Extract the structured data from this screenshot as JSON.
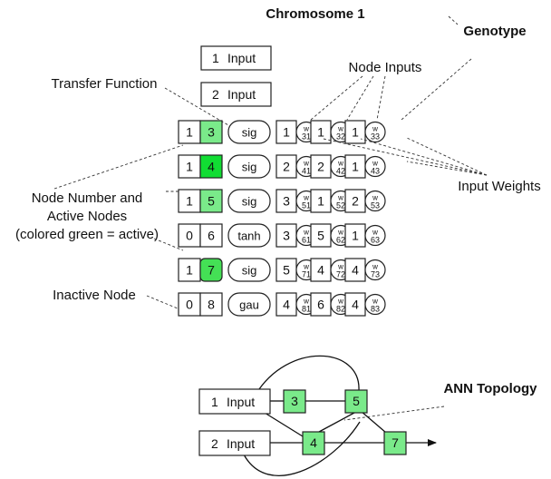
{
  "title": "Chromosome 1",
  "labels": {
    "genotype": "Genotype",
    "node_inputs": "Node Inputs",
    "transfer_function": "Transfer Function",
    "input_weights": "Input Weights",
    "node_number_line1": "Node Number and",
    "node_number_line2": "Active Nodes",
    "node_number_line3": "(colored green = active)",
    "inactive_node": "Inactive Node",
    "ann_topology": "ANN Topology"
  },
  "inputs": [
    {
      "num": "1",
      "text": "Input"
    },
    {
      "num": "2",
      "text": "Input"
    }
  ],
  "weight_symbol": "w",
  "colors": {
    "inactive": "#ffffff",
    "active_light": "#7aea8a",
    "active_bright": "#11dd33",
    "active_mid": "#44e055",
    "line": "#111111"
  },
  "genes": [
    {
      "active": "1",
      "node": "3",
      "fn": "sig",
      "in": [
        "1",
        "1",
        "1"
      ],
      "w": [
        "31",
        "32",
        "33"
      ],
      "color": "active_light"
    },
    {
      "active": "1",
      "node": "4",
      "fn": "sig",
      "in": [
        "2",
        "2",
        "1"
      ],
      "w": [
        "41",
        "42",
        "43"
      ],
      "color": "active_bright"
    },
    {
      "active": "1",
      "node": "5",
      "fn": "sig",
      "in": [
        "3",
        "1",
        "2"
      ],
      "w": [
        "51",
        "52",
        "53"
      ],
      "color": "active_light"
    },
    {
      "active": "0",
      "node": "6",
      "fn": "tanh",
      "in": [
        "3",
        "5",
        "1"
      ],
      "w": [
        "61",
        "62",
        "63"
      ],
      "color": "inactive"
    },
    {
      "active": "1",
      "node": "7",
      "fn": "sig",
      "in": [
        "5",
        "4",
        "4"
      ],
      "w": [
        "71",
        "72",
        "73"
      ],
      "color": "active_mid"
    },
    {
      "active": "0",
      "node": "8",
      "fn": "gau",
      "in": [
        "4",
        "6",
        "4"
      ],
      "w": [
        "81",
        "82",
        "83"
      ],
      "color": "inactive"
    }
  ],
  "ann": {
    "input1": {
      "num": "1",
      "text": "Input"
    },
    "input2": {
      "num": "2",
      "text": "Input"
    },
    "nodes": [
      {
        "label": "3",
        "color": "active_light"
      },
      {
        "label": "5",
        "color": "active_light"
      },
      {
        "label": "4",
        "color": "active_light"
      },
      {
        "label": "7",
        "color": "active_light"
      }
    ]
  }
}
